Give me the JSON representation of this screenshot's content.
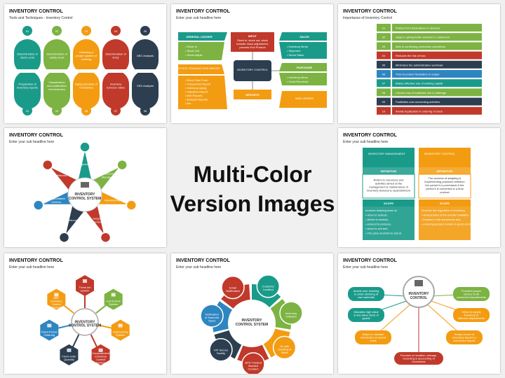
{
  "center_text": {
    "line1": "Multi-Color",
    "line2": "Version Images"
  },
  "colors": {
    "teal": "#1a9b8a",
    "green": "#7cb342",
    "orange": "#f39c12",
    "red": "#c0392b",
    "navy": "#2c3e50",
    "blue": "#2e86c1"
  },
  "slide1": {
    "title": "INVENTORY CONTROL",
    "sub": "Tools and Techniques - Inventory Control",
    "top_nums": [
      "01",
      "02",
      "03",
      "04",
      "05"
    ],
    "top_texts": [
      "Determination of stock Level",
      "Determination of safety stock",
      "Selecting a proper system of ordering",
      "Determination of EOQ",
      "ABC Analysis"
    ],
    "bot_texts": [
      "Preparation of inventory reports",
      "Classification and codification of inventories",
      "Aging schedule of inventories",
      "Inventory turnover ratios",
      "VED Analysis"
    ],
    "bot_nums": [
      "10",
      "09",
      "08",
      "07",
      "06"
    ]
  },
  "slide2": {
    "title": "INVENTORY CONTROL",
    "sub": "Enter your sub headline here",
    "gl": "GENERAL LEDGER",
    "gl_items": [
      "Stock In",
      "Stock Out",
      "Stock Adjust"
    ],
    "input": "INPUT",
    "input_text": "Stock in, stock out, stock transfer stock adjustment, process End Product",
    "center": "INVENTORY CONTROL",
    "stir": "STOCK TRANSACTION IMPORT",
    "stir_items": [
      "Stock Take Form",
      "Transaction Report",
      "Inventory Aging",
      "Valuation Report",
      "Edit Reports",
      "Analysis Reports",
      "Etc."
    ],
    "reports": "REPORTS",
    "sales": "SALES",
    "sales_items": [
      "Inventory Items",
      "Shipment",
      "Direct Sales"
    ],
    "purchase": "PURCHASE",
    "purchase_items": [
      "Inventory Items",
      "Good Received"
    ],
    "web": "WEB VIEWER"
  },
  "slide3": {
    "title": "INVENTORY CONTROL",
    "sub": "Importance of Inventory Control",
    "nums": [
      "01",
      "02",
      "03",
      "04",
      "05",
      "06",
      "07",
      "08",
      "09",
      "10"
    ],
    "items": [
      "Protect from fluctuations in demand",
      "Helps in giving better services to customers",
      "Aids in continuing production operations",
      "Reduces the risk of loss",
      "Minimizes the administrative workload",
      "Tries to protect fluctuation in output",
      "Makes effective use of working capital",
      "Checks loss of materials due to pilferage",
      "Facilitates cost accounting activities",
      "Avoids duplication in ordering of stock"
    ]
  },
  "slide4": {
    "title": "INVENTORY CONTROL",
    "sub": "Enter your sub headline here",
    "center": "INVENTORY CONTROL SYSTEM",
    "labels": [
      "Agencies",
      "Inventory Managers",
      "Manufacturers",
      "Surgery Centers",
      "Warehouses",
      "Transportation Centers",
      "Returns"
    ]
  },
  "slide5": {
    "title": "INVENTORY CONTROL",
    "sub": "Enter your sub headline here",
    "left_head": "INVENTORY MANAGEMENT",
    "right_head": "INVENTORY CONTROL",
    "def": "DEFINITION",
    "left_def": "Refers to resources and activities aimed at the management & maintenance of inventory demand & replenishment",
    "right_def": "The process of adapting & implementing practices between the period it is purchased & the period it is converted to a final product",
    "scope": "SCOPE",
    "left_scope": [
      "Involves keeping track on",
      "when to restock,",
      "where to restock,",
      "amount to produce,",
      "when to sell and",
      "The price at which to sell at"
    ],
    "right_scope": [
      "Involves the regulation of inventory",
      "what product & the number available",
      "location in the warehouse and",
      "ensuring product remain in good condition"
    ]
  },
  "slide6": {
    "title": "INVENTORY CONTROL",
    "sub": "Enter your sub headline here",
    "center": "INVENTORY CONTROL SYSTEM",
    "labels": [
      "Three-bin system",
      "Just In time System",
      "Outsourcing System",
      "Computerized Inventory Control System",
      "Fixed order Quantity",
      "Fixed Period Ordering",
      "ABC Inventory Control System"
    ]
  },
  "slide7": {
    "title": "INVENTORY CONTROL",
    "sub": "Enter your sub headline here",
    "center": "INVENTORY CONTROL SYSTEM",
    "labels": [
      "Customer Location",
      "Inventory Software",
      "On-site Tracking of Sales",
      "GPS Tracked Bonded Couriers",
      "VIP Secure Facility",
      "Verification of Scanned Types",
      "Email Notification"
    ]
  },
  "slide8": {
    "title": "INVENTORY CONTROL",
    "sub": "Enter your sub headline here",
    "center": "INVENTORY CONTROL",
    "labels": [
      "Avoids over stocking & under stocking of raw materials",
      "Allocates high value & low value stock of goods",
      "Helps to maintain inventories at lowest costs",
      "Focuses on location, storage, recording & accounting of inventories",
      "Keeps record of inventory issued to concerned depart.",
      "Helps to supply inventory to different departments",
      "Provides proper service to all concerned departments"
    ]
  }
}
